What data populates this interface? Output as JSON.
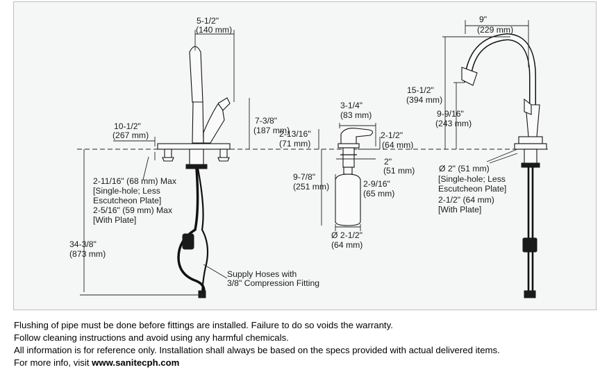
{
  "diagram": {
    "labels": {
      "faucet_top_width_in": "5-1/2\"",
      "faucet_top_width_mm": "(140 mm)",
      "faucet_height_in": "10-1/2\"",
      "faucet_height_mm": "(267 mm)",
      "handle_in": "7-3/8\"",
      "handle_mm": "(187 mm)",
      "soap_height_in": "2-13/16\"",
      "soap_height_mm": "(71 mm)",
      "soap_spout_in": "3-1/4\"",
      "soap_spout_mm": "(83 mm)",
      "soap_top_in": "2-1/2\"",
      "soap_top_mm": "(64 mm)",
      "soap_base_in": "2\"",
      "soap_base_mm": "(51 mm)",
      "soap_bottle_in": "9-7/8\"",
      "soap_bottle_mm": "(251 mm)",
      "soap_shank_in": "2-9/16\"",
      "soap_shank_mm": "(65 mm)",
      "soap_dia": "Ø 2-1/2\"",
      "soap_dia_mm": "(64 mm)",
      "deck_line1": "2-11/16\" (68 mm) Max",
      "deck_line2": "[Single-hole; Less",
      "deck_line3": "Escutcheon Plate]",
      "deck_line4": "2-5/16\" (59 mm) Max",
      "deck_line5": "[With Plate]",
      "under_in": "34-3/8\"",
      "under_mm": "(873 mm)",
      "hoses_line1": "Supply Hoses with",
      "hoses_line2": "3/8\" Compression Fitting",
      "reach_in": "9\"",
      "reach_mm": "(229 mm)",
      "total_height_in": "15-1/2\"",
      "total_height_mm": "(394 mm)",
      "spout_height_in": "9-9/16\"",
      "spout_height_mm": "(243 mm)",
      "hole_line1": "Ø 2\" (51 mm)",
      "hole_line2": "[Single-hole; Less",
      "hole_line3": "Escutcheon Plate]",
      "hole_line4": "2-1/2\" (64 mm)",
      "hole_line5": "[With Plate]"
    }
  },
  "notes": {
    "line1": "Flushing of pipe must be done before fittings are installed. Failure to do so voids the warranty.",
    "line2": "Follow cleaning instructions and avoid using any harmful chemicals.",
    "line3": "All information is for reference only. Installation shall always be based on the specs provided with actual delivered items.",
    "line4_prefix": "For more info, visit ",
    "line4_link": "www.sanitecph.com"
  }
}
